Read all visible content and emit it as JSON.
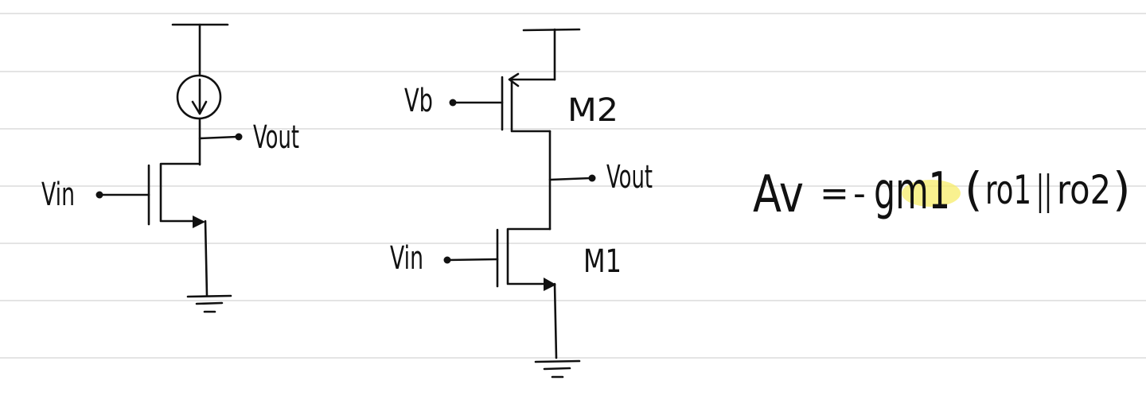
{
  "left_circuit": {
    "vin": "Vin",
    "vout": "Vout"
  },
  "right_circuit": {
    "vb": "Vb",
    "m2": "M2",
    "vout": "Vout",
    "vin": "Vin",
    "m1": "M1"
  },
  "equation": {
    "lhs": "Av",
    "equals": "=",
    "minus": "-",
    "gm1": "gm1",
    "paren_open": "(",
    "ro1": "ro1",
    "parallel": "||",
    "ro2": "ro2",
    "paren_close": ")"
  },
  "colors": {
    "ink": "#111111",
    "ruling": "#dcdcdc",
    "highlight": "#f7ec6a"
  }
}
